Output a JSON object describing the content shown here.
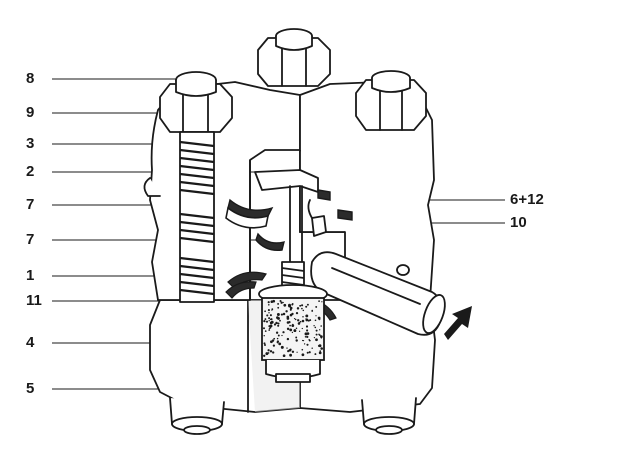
{
  "callouts": {
    "left": [
      {
        "id": "c8",
        "text": "8"
      },
      {
        "id": "c9",
        "text": "9"
      },
      {
        "id": "c3",
        "text": "3"
      },
      {
        "id": "c2",
        "text": "2"
      },
      {
        "id": "c7a",
        "text": "7"
      },
      {
        "id": "c7b",
        "text": "7"
      },
      {
        "id": "c1",
        "text": "1"
      },
      {
        "id": "c11",
        "text": "11"
      },
      {
        "id": "c4",
        "text": "4"
      },
      {
        "id": "c5",
        "text": "5"
      }
    ],
    "right": [
      {
        "id": "c612",
        "text": "6+12"
      },
      {
        "id": "c10",
        "text": "10"
      }
    ]
  },
  "colors": {
    "ink": "#1a1a1a",
    "body": "#ffffff",
    "shade": "#d9d9d9",
    "dark": "#2b2b2b"
  }
}
